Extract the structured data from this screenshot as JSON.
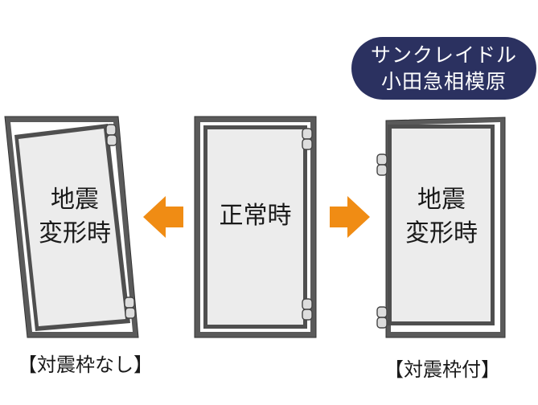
{
  "badge": {
    "line1": "サンクレイドル",
    "line2": "小田急相模原"
  },
  "doors": {
    "left": {
      "line1": "地震",
      "line2": "変形時"
    },
    "center": {
      "line1": "正常時"
    },
    "right": {
      "line1": "地震",
      "line2": "変形時"
    }
  },
  "captions": {
    "left": "【対震枠なし】",
    "right": "【対震枠付】"
  },
  "colors": {
    "frame": "#555555",
    "door_fill": "#ececec",
    "arrow": "#f08c14",
    "badge_bg": "#2b3160",
    "badge_text": "#ffffff"
  }
}
